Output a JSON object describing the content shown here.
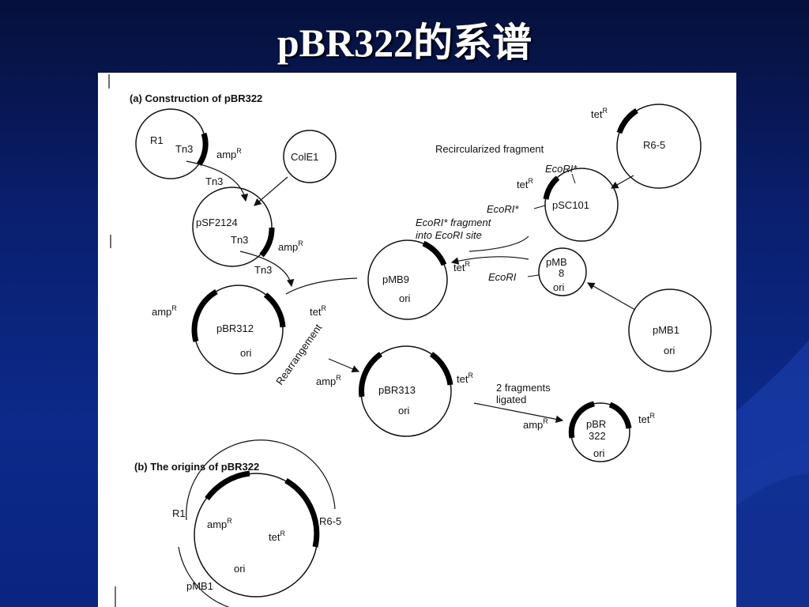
{
  "slide": {
    "title": "pBR322的系谱"
  },
  "panel_a": {
    "heading": "(a)  Construction of pBR322",
    "plasmids": {
      "r1": "R1",
      "r1_tn3": "Tn3",
      "r1_amp": "amp",
      "cole1": "ColE1",
      "tn3_a": "Tn3",
      "psf2124": "pSF2124",
      "psf_tn3": "Tn3",
      "psf_amp": "amp",
      "tn3_b": "Tn3",
      "r65": "R6-5",
      "r65_tet": "tet",
      "recirc": "Recircularized fragment",
      "psc101": "pSC101",
      "psc_tet": "tet",
      "ecori_top": "EcoRI*",
      "ecori_left": "EcoRI*",
      "ecori_frag1": "EcoRI* fragment",
      "ecori_frag2": "into EcoRI site",
      "pmb9": "pMB9",
      "pmb9_ori": "ori",
      "pmb9_tet": "tet",
      "pmb8_line1": "pMB",
      "pmb8_line2": "8",
      "pmb8_ori": "ori",
      "pmb8_ecori": "EcoRI",
      "pmb1": "pMB1",
      "pmb1_ori": "ori",
      "pbr312": "pBR312",
      "pbr312_amp": "amp",
      "pbr312_tet": "tet",
      "pbr312_ori": "ori",
      "rearrangement": "Rearrangement",
      "pbr313": "pBR313",
      "pbr313_amp": "amp",
      "pbr313_tet": "tet",
      "pbr313_ori": "ori",
      "fragments1": "2 fragments",
      "fragments2": "ligated",
      "pbr322_line1": "pBR",
      "pbr322_line2": "322",
      "pbr322_amp": "amp",
      "pbr322_tet": "tet",
      "pbr322_ori": "ori",
      "sup_r": "R"
    }
  },
  "panel_b": {
    "heading": "(b)  The origins of pBR322",
    "r1": "R1",
    "amp": "amp",
    "tet": "tet",
    "r65": "R6-5",
    "ori": "ori",
    "pmb1": "pMB1",
    "sup_r": "R"
  }
}
